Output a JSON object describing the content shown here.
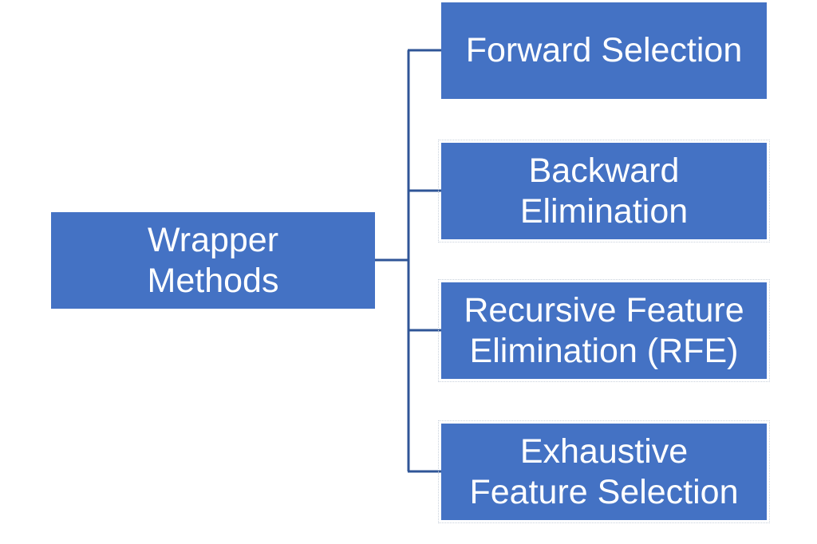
{
  "root": {
    "label": "Wrapper Methods",
    "label_lines": [
      "Wrapper",
      "Methods"
    ]
  },
  "children": [
    {
      "label": "Forward Selection",
      "label_lines": [
        "Forward Selection"
      ]
    },
    {
      "label": "Backward Elimination",
      "label_lines": [
        "Backward",
        "Elimination"
      ]
    },
    {
      "label": "Recursive Feature Elimination (RFE)",
      "label_lines": [
        "Recursive Feature",
        "Elimination (RFE)"
      ]
    },
    {
      "label": "Exhaustive Feature Selection",
      "label_lines": [
        "Exhaustive",
        "Feature Selection"
      ]
    }
  ],
  "colors": {
    "box_fill": "#4472c4",
    "box_text": "#ffffff",
    "connector": "#2f5597"
  }
}
